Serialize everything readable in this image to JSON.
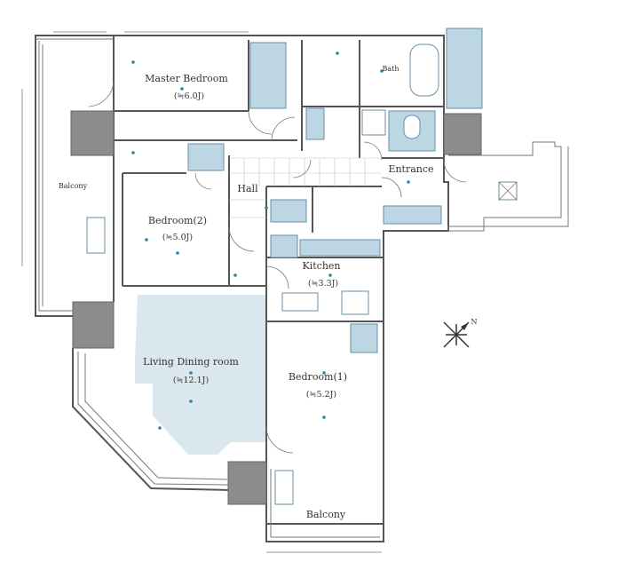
{
  "rooms": {
    "master_bedroom": {
      "label": "Master Bedroom",
      "size": "(≒6.0J)"
    },
    "bedroom2": {
      "label": "Bedroom(2)",
      "size": "(≒5.0J)"
    },
    "living": {
      "label": "Living Dining room",
      "size": "(≒12.1J)"
    },
    "bedroom1": {
      "label": "Bedroom(1)",
      "size": "(≒5.2J)"
    },
    "kitchen": {
      "label": "Kitchen",
      "size": "(≒3.3J)"
    },
    "hall": {
      "label": "Hall"
    },
    "entrance": {
      "label": "Entrance"
    },
    "bath": {
      "label": "Bath"
    },
    "balcony_west": {
      "label": "Balcony"
    },
    "balcony_south": {
      "label": "Balcony"
    }
  },
  "compass": {
    "north": "N"
  },
  "colors": {
    "wet_area": "#bcd6e3",
    "living_area": "#dbe7ef",
    "wall": "#555555"
  }
}
